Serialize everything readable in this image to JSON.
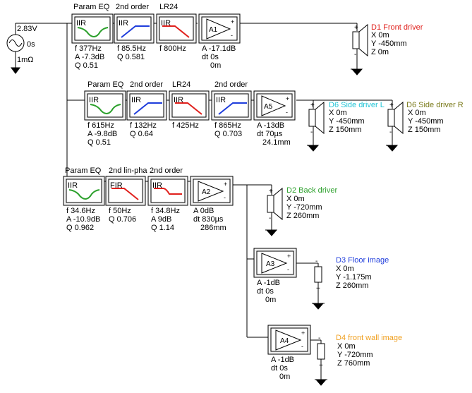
{
  "colors": {
    "peq": "#2ca02c",
    "hp": "#1f3ddc",
    "lp": "#e0201c",
    "front": "#e0201c",
    "sideL": "#22c4d6",
    "sideR": "#7a7a1a",
    "back": "#2ca02c",
    "floor": "#1f3ddc",
    "wall": "#f0a020"
  },
  "source": {
    "voltage": "2.83V",
    "delay": "0s",
    "impedance": "1mΩ"
  },
  "rows": [
    {
      "headers": [
        "Param EQ",
        "2nd order",
        "LR24"
      ],
      "blocks": [
        {
          "type": "IIR",
          "curve": "peq",
          "lines": [
            "f  377Hz",
            "A  -7.3dB",
            "Q  0.51"
          ]
        },
        {
          "type": "IIR",
          "curve": "hp",
          "lines": [
            "f  85.5Hz",
            "Q  0.581"
          ]
        },
        {
          "type": "IIR",
          "curve": "lp",
          "lines": [
            "f  800Hz"
          ]
        }
      ],
      "amp": {
        "name": "A1",
        "lines": [
          "A  -17.1dB",
          "dt 0s",
          "0m"
        ]
      }
    },
    {
      "headers": [
        "Param EQ",
        "2nd order",
        "LR24",
        "2nd order"
      ],
      "blocks": [
        {
          "type": "IIR",
          "curve": "peq",
          "lines": [
            "f  615Hz",
            "A  -9.8dB",
            "Q  0.51"
          ]
        },
        {
          "type": "IIR",
          "curve": "hp",
          "lines": [
            "f  132Hz",
            "Q  0.64"
          ]
        },
        {
          "type": "IIR",
          "curve": "lp",
          "lines": [
            "f  425Hz"
          ]
        },
        {
          "type": "IIR",
          "curve": "hp",
          "lines": [
            "f  865Hz",
            "Q  0.703"
          ]
        }
      ],
      "amp": {
        "name": "A5",
        "lines": [
          "A  -13dB",
          "dt 70µs",
          "24.1mm"
        ]
      }
    },
    {
      "headers": [
        "Param EQ",
        "2nd lin-pha",
        "2nd order"
      ],
      "blocks": [
        {
          "type": "IIR",
          "curve": "peq",
          "lines": [
            "f  34.6Hz",
            "A  -10.9dB",
            "Q  0.962"
          ]
        },
        {
          "type": "FIR",
          "curve": "lp",
          "lines": [
            "f  50Hz",
            "Q  0.706"
          ]
        },
        {
          "type": "IIR",
          "curve": "lpstep",
          "lines": [
            "f  34.8Hz",
            "A  9dB",
            "Q  1.14"
          ]
        }
      ],
      "amp": {
        "name": "A2",
        "lines": [
          "A  0dB",
          "dt 830µs",
          "286mm"
        ]
      }
    }
  ],
  "amps_extra": [
    {
      "name": "A3",
      "lines": [
        "A  -1dB",
        "dt 0s",
        "0m"
      ]
    },
    {
      "name": "A4",
      "lines": [
        "A  -1dB",
        "dt 0s",
        "0m"
      ]
    }
  ],
  "drivers": [
    {
      "title": "D1 Front driver",
      "lines": [
        "X  0m",
        "Y  -450mm",
        "Z  0m"
      ]
    },
    {
      "title": "D6 Side driver L",
      "lines": [
        "X  0m",
        "Y  -450mm",
        "Z  150mm"
      ]
    },
    {
      "title": "D6 Side driver R",
      "lines": [
        "X  0m",
        "Y  -450mm",
        "Z  150mm"
      ]
    },
    {
      "title": "D2 Back driver",
      "lines": [
        "X  0m",
        "Y  -720mm",
        "Z  260mm"
      ]
    },
    {
      "title": "D3 Floor image",
      "lines": [
        "X  0m",
        "Y  -1.175m",
        "Z  260mm"
      ]
    },
    {
      "title": "D4 front wall image",
      "lines": [
        "X  0m",
        "Y  -720mm",
        "Z  760mm"
      ]
    }
  ]
}
